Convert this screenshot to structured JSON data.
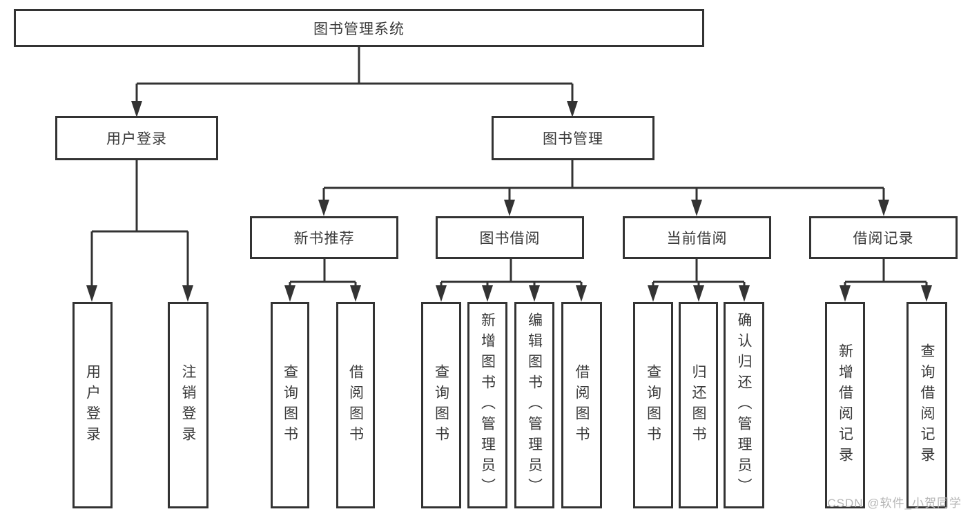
{
  "diagram": {
    "type": "tree",
    "nodes": {
      "root": {
        "label": "图书管理系统"
      },
      "user_login": {
        "label": "用户登录"
      },
      "book_mgmt": {
        "label": "图书管理"
      },
      "new_book": {
        "label": "新书推荐"
      },
      "book_borrow": {
        "label": "图书借阅"
      },
      "current_borrow": {
        "label": "当前借阅"
      },
      "borrow_record": {
        "label": "借阅记录"
      },
      "leaf_user_login": {
        "label": "用户登录"
      },
      "leaf_logout": {
        "label": "注销登录"
      },
      "leaf_nb_query": {
        "label": "查询图书"
      },
      "leaf_nb_borrow": {
        "label": "借阅图书"
      },
      "leaf_bb_query": {
        "label": "查询图书"
      },
      "leaf_bb_add": {
        "label": "新增图书（管理员）"
      },
      "leaf_bb_edit": {
        "label": "编辑图书（管理员）"
      },
      "leaf_bb_borrow": {
        "label": "借阅图书"
      },
      "leaf_cb_query": {
        "label": "查询图书"
      },
      "leaf_cb_return": {
        "label": "归还图书"
      },
      "leaf_cb_confirm": {
        "label": "确认归还（管理员）"
      },
      "leaf_br_add": {
        "label": "新增借阅记录"
      },
      "leaf_br_query": {
        "label": "查询借阅记录"
      }
    },
    "edges": [
      {
        "from": "root",
        "to": "user_login"
      },
      {
        "from": "root",
        "to": "book_mgmt"
      },
      {
        "from": "user_login",
        "to": "leaf_user_login"
      },
      {
        "from": "user_login",
        "to": "leaf_logout"
      },
      {
        "from": "book_mgmt",
        "to": "new_book"
      },
      {
        "from": "book_mgmt",
        "to": "book_borrow"
      },
      {
        "from": "book_mgmt",
        "to": "current_borrow"
      },
      {
        "from": "book_mgmt",
        "to": "borrow_record"
      },
      {
        "from": "new_book",
        "to": "leaf_nb_query"
      },
      {
        "from": "new_book",
        "to": "leaf_nb_borrow"
      },
      {
        "from": "book_borrow",
        "to": "leaf_bb_query"
      },
      {
        "from": "book_borrow",
        "to": "leaf_bb_add"
      },
      {
        "from": "book_borrow",
        "to": "leaf_bb_edit"
      },
      {
        "from": "book_borrow",
        "to": "leaf_bb_borrow"
      },
      {
        "from": "current_borrow",
        "to": "leaf_cb_query"
      },
      {
        "from": "current_borrow",
        "to": "leaf_cb_return"
      },
      {
        "from": "current_borrow",
        "to": "leaf_cb_confirm"
      },
      {
        "from": "borrow_record",
        "to": "leaf_br_add"
      },
      {
        "from": "borrow_record",
        "to": "leaf_br_query"
      }
    ],
    "colors": {
      "line": "#333333",
      "text": "#3a3a3a",
      "background": "#ffffff",
      "watermark": "#b5b5b5"
    },
    "watermark": "CSDN @软件_小贺同学"
  }
}
